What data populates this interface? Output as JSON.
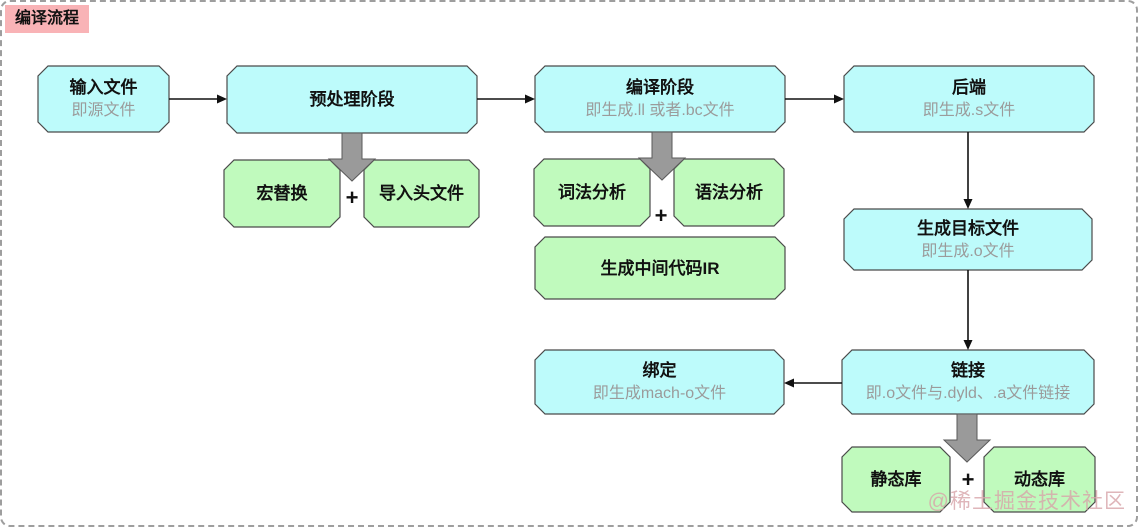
{
  "diagram_title": "编译流程",
  "watermark": "@稀土掘金技术社区",
  "plus_symbol": "+",
  "nodes": {
    "input": {
      "title": "输入文件",
      "subtitle": "即源文件"
    },
    "preprocess": {
      "title": "预处理阶段"
    },
    "compile": {
      "title": "编译阶段",
      "subtitle": "即生成.ll 或者.bc文件"
    },
    "backend": {
      "title": "后端",
      "subtitle": "即生成.s文件"
    },
    "macro": {
      "title": "宏替换"
    },
    "import_header": {
      "title": "导入头文件"
    },
    "lexical": {
      "title": "词法分析"
    },
    "syntax": {
      "title": "语法分析"
    },
    "ir": {
      "title": "生成中间代码IR"
    },
    "object_file": {
      "title": "生成目标文件",
      "subtitle": "即生成.o文件"
    },
    "link": {
      "title": "链接",
      "subtitle": "即.o文件与.dyld、.a文件链接"
    },
    "bind": {
      "title": "绑定",
      "subtitle": "即生成mach-o文件"
    },
    "static_lib": {
      "title": "静态库"
    },
    "dynamic_lib": {
      "title": "动态库"
    }
  },
  "colors": {
    "node_cyan": "#bdfbfb",
    "node_green": "#c0fabd",
    "node_border": "#4a4a4a",
    "block_arrow_gray": "#9a9a9a",
    "tag_background": "#f9b3b6",
    "subtitle_text": "#9b9b9b",
    "watermark_pink": "#d8a4aa",
    "outer_border": "#9e9e9e"
  }
}
